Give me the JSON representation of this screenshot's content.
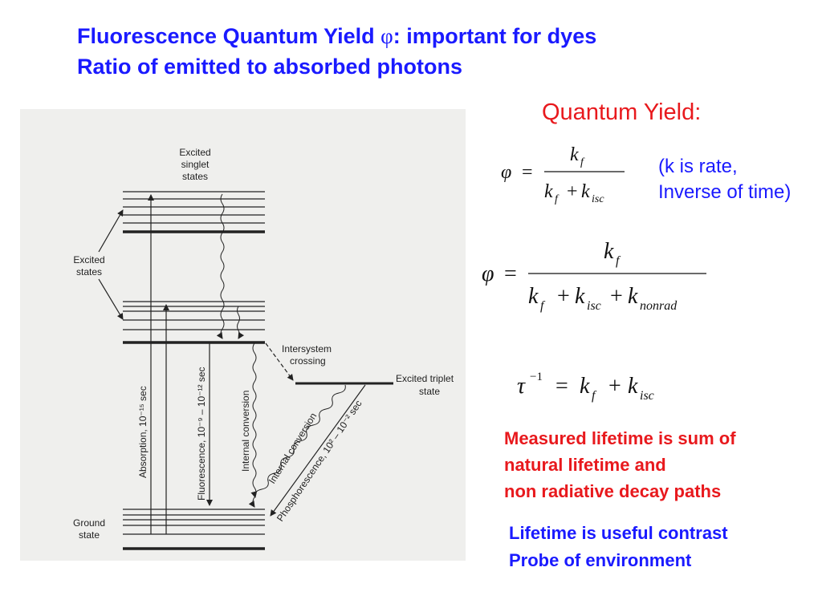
{
  "title": {
    "line1_before": "Fluorescence Quantum Yield ",
    "phi": "φ",
    "line1_after": ": important for dyes",
    "line2": "Ratio of emitted to absorbed photons"
  },
  "quantum_yield_heading": "Quantum Yield:",
  "note": {
    "line1": "(k is rate,",
    "line2": "Inverse of time)"
  },
  "equations": {
    "eq1": {
      "lhs": "φ",
      "equals": "=",
      "numerator": "k_f",
      "denominator": "k_f + k_isc"
    },
    "eq2": {
      "lhs": "φ",
      "equals": "=",
      "numerator": "k_f",
      "denominator": "k_f + k_isc + k_nonrad"
    },
    "eq3": {
      "lhs": "τ^-1",
      "equals": "=",
      "rhs": "k_f + k_isc"
    },
    "symbols": {
      "phi": "φ",
      "tau": "τ",
      "k": "k",
      "f": "f",
      "isc": "isc",
      "nonrad": "nonrad",
      "plus": "+",
      "eq": "=",
      "minus_one": "−1"
    }
  },
  "red_text": {
    "line1": "Measured lifetime is sum of",
    "line2": "natural lifetime and",
    "line3": "non radiative decay paths"
  },
  "blue_text": {
    "line1": "Lifetime is useful contrast",
    "line2": "Probe of environment"
  },
  "diagram": {
    "labels": {
      "excited_singlet_1": "Excited",
      "excited_singlet_2": "singlet",
      "excited_singlet_3": "states",
      "excited_states_1": "Excited",
      "excited_states_2": "states",
      "intersystem_1": "Intersystem",
      "intersystem_2": "crossing",
      "triplet_1": "Excited triplet",
      "triplet_2": "state",
      "ground_1": "Ground",
      "ground_2": "state",
      "absorption": "Absorption, 10⁻¹⁵ sec",
      "fluorescence": "Fluorescence, 10⁻⁹ – 10⁻¹² sec",
      "internal_conversion": "Internal conversion",
      "internal_conversion_2": "Internal conversion",
      "phosphorescence": "Phosphorescence, 10² – 10⁻² sec"
    }
  }
}
